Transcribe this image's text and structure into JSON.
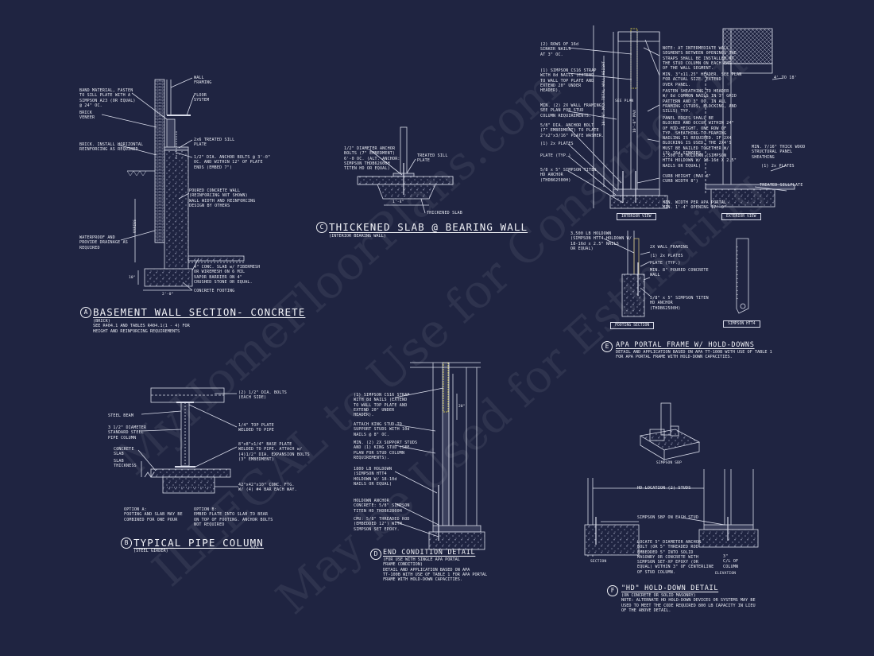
{
  "watermarks": [
    "MyHomeFloorPlans.com",
    "ILLEGAL to Use for Construction",
    "May be Used for Estimating"
  ],
  "colors": {
    "background": "#1f2441",
    "line": "#d9dcea",
    "concrete": "#8d93b0",
    "wood": "#c8b878",
    "hilite": "#e3d64a"
  },
  "details": {
    "A": {
      "letter": "A",
      "title": "BASEMENT WALL SECTION- CONCRETE",
      "subtitle": "(BRICK)\nSEE R404.1 AND TABLES R404.1(1 - 4) FOR\nHEIGHT AND REINFORCING REQUIREMENTS",
      "notes": {
        "band": "BAND MATERIAL, FASTEN\nTO SILL PLATE WITH A\nSIMPSON A23 (OR EQUAL)\n@ 24\" OC.",
        "wall_framing": "WALL\nFRAMING",
        "floor": "FLOOR\nSYSTEM",
        "brick": "BRICK\nVENEER",
        "brick_reinf": "BRICK. INSTALL HORIZONTAL\nREINFORCING AS REQUIRED",
        "sill": "2x6 TREATED SILL\nPLATE",
        "anchor": "1/2\" DIA. ANCHOR BOLTS @ 3'-0\"\nOC. AND WITHIN 12\" OF PLATE\nENDS (EMBED 7\")",
        "poured": "POURED CONCRETE WALL\n(REINFORCING NOT SHOWN)\nWALL WIDTH AND REINFORCING\nDESIGN BY OTHERS",
        "waterproof": "WATERPROOF AND\nPROVIDE DRAINAGE AS\nREQUIRED",
        "slab": "4\" CONC. SLAB w/ FIBERMESH\nOR WIREMESH ON 6 MIL\nVAPOR BARRIER ON 4\"\nCRUSHED STONE OR EQUAL.",
        "footing": "CONCRETE FOOTING",
        "varies": "VARIES",
        "dim_h": "10\"",
        "dim_w": "2'-0\""
      }
    },
    "B": {
      "letter": "B",
      "title": "TYPICAL PIPE COLUMN",
      "subtitle": "(STEEL GIRDER)",
      "nts": "NTS.",
      "notes": {
        "bolts": "(2) 1/2\" DIA. BOLTS\n(EACH SIDE)",
        "beam": "STEEL BEAM",
        "pipe": "3 1/2\" DIAMETER\nSTANDARD STEEL\nPIPE COLUMN",
        "top_plate": "1/4\" TOP PLATE\nWELDED TO PIPE",
        "base_plate": "8\"x8\"x1/4\" BASE PLATE\nWELDED TO PIPE. ATTACH w/\n(4)1/2\" DIA. EXPANSION BOLTS\n(3\" EMBEDMENT)",
        "slab": "CONCRETE\nSLAB",
        "thick": "SLAB\nTHICKNESS",
        "ftg": "42\"x42\"x10\" CONC. FTG.\nW/ (4) #4 BAR EACH WAY.",
        "opt_a": "OPTION A:\nFOOTING AND SLAB MAY BE\nCOMBINED FOR ONE POUR",
        "opt_b": "OPTION B:\nEMBED PLATE INTO SLAB TO BEAR\nON TOP OF FOOTING. ANCHOR BOLTS\nNOT REQUIRED"
      }
    },
    "C": {
      "letter": "C",
      "title": "THICKENED SLAB @ BEARING WALL",
      "subtitle": "(INTERIOR BEARING WALL)",
      "notes": {
        "anchor": "1/2\" DIAMETER ANCHOR\nBOLTS (7\" EMBEDMENT)\n6'-0 OC. (ALT. ANCHOR:\nSIMPSON THDB62600H\nTITEN HD OR EQUAL)",
        "sill": "TREATED SILL\nPLATE",
        "thick": "THICKENED SLAB",
        "dim": "1'-4\""
      }
    },
    "D": {
      "letter": "D",
      "title": "END CONDITION DETAIL",
      "subtitle": "(FOR USE WITH SINGLE APA PORTAL\nFRAME CONDITION)\nDETAIL AND APPLICATION BASED ON APA\nTT-100B WITH USE OF TABLE 1 FOR APA PORTAL\nFRAME WITH HOLD-DOWN CAPACITIES.",
      "notes": {
        "strap": "(1) SIMPSON CS16 STRAP\nWITH 8d NAILS (EXTEND\nTO WALL TOP PLATE AND\nEXTEND 20\" UNDER\nHEADER).",
        "king": "ATTACH KING STUD TO\nSUPPORT STUDS WITH 10d\nNAILS @ 8\" OC.",
        "studs": "MIN. (2) 2X SUPPORT STUDS\nAND (1) KING STUD (SEE\nPLAN FOR STUD COLUMN\nREQUIREMENTS).",
        "holdown": "1800 LB HOLDOWN\n(SIMPSON HTT4\nHOLDOWN W/ 18-10d\nNAILS OR EQUAL)",
        "anchor": "HOLDOWN ANCHOR\nCONCRETE: 5/8\" SIMPSON\nTITEN HD THDB62800H",
        "cmu": "CMU: 5/8\" THREADED ROD\n(EMBEDDED 12\") WITH\nSIMPSON SET EPOXY.",
        "dim": "20\""
      }
    },
    "E": {
      "letter": "E",
      "title": "APA PORTAL FRAME W/ HOLD-DOWNS",
      "subtitle": "DETAIL AND APPLICATION BASED ON APA TT-100B WITH USE OF TABLE 1\nFOR APA PORTAL FRAME WITH HOLD-DOWN CAPACITIES.",
      "labels": {
        "interior": "INTERIOR VIEW",
        "exterior": "EXTERIOR VIEW",
        "footing": "FOOTING SECTION",
        "simpson": "SIMPSON HTT4"
      },
      "notes": {
        "n1": "(2) ROWS OF 16d\nSINKER NAILS\nAT 3\" OC.",
        "n2": "(1) SIMPSON CS16 STRAP\nWITH 8d NAILS (EXTEND\nTO WALL TOP PLATE AND\nEXTEND 20\" UNDER\nHEADER).",
        "n3": "MIN. (2) 2X WALL FRAMING.\nSEE PLAN FOR STUD\nCOLUMN REQUIREMENTS.",
        "n4": "5/8\" DIA. ANCHOR BOLT\n(7\" EMBEDMENT) TO PLATE\n2\"x2\"x3/16\" PLATE WASHER.",
        "n5": "(1) 2x PLATES",
        "n6": "PLATE (TYP.)",
        "n7": "5/8 x 5\" SIMPSON TITEN\nHD ANCHOR\n(THDB62500H)",
        "r1": "NOTE: AT INTERMEDIATE WALL\nSEGMENTS BETWEEN OPENINGS THE\nSTRAPS SHALL BE INSTALLED AT\nTHE STUD COLUMN ON EACH END\nOF THE WALL SEGMENT.",
        "r2": "MIN. 3\"x11.25\" HEADER. SEE PLAN\nFOR ACTUAL SIZE. EXTEND\nOVER PANEL.",
        "r3": "FASTEN SHEATHING TO HEADER\nW/ 8d COMMON NAILS IN 3\" GRID\nPATTERN AND 3\" OC. IN ALL\nFRAMING (STUDS, BLOCKING, AND\nSILLS) TYP.",
        "r4": "PANEL EDGES SHALL BE\nBLOCKED AND OCCUR WITHIN 24\"\nOF MID-HEIGHT. ONE ROW OF\nTYP. SHEATHING-TO-FRAMING\nNAILING IS REQUIRED. IF 2X4\nBLOCKING IS USED, THE 2X4'S\nMUST BE NAILED TOGETHER W/\n(3) 16d SINKERS.",
        "r5": "3,500 LB HOLDOWN (SIMPSON\nHTT4 HOLDOWN W/ 18-16d X 2.5\"\nNAILS OR EQUAL)",
        "r6": "CURB HEIGHT (MAX 6\"\nCURB WIDTH 8\")",
        "r7": "MIN. WIDTH PER APA PORTAL\nMIN. 1'-4\" OPENING 17'-0\"",
        "x1": "MIN. 7/16\" THICK WOOD\nSTRUCTURAL PANEL\nSHEATHING",
        "x2": "(1) 2x PLATES",
        "x3": "TREATED SILLPLATE",
        "x4": "4' TO 18'",
        "f1": "3,500 LB HOLDOWN\n(SIMPSON HTT4 HOLDOWN W/\n18-16d x 2.5\" NAILS\nOR EQUAL)",
        "f2": "2X WALL FRAMING",
        "f3": "(1) 2x PLATES",
        "f4": "PLATE (TYP.)",
        "f5": "MIN. 8\" POURED CONCRETE\nWALL",
        "f6": "5/8\" x 5\" SIMPSON TITEN\nHD ANCHOR\n(THDB62500H)",
        "v1": "SEE PLAN",
        "v2": "10'-0\" MAX TOTAL WALL HEIGHT",
        "v3": "10'-0\" MAX"
      }
    },
    "F": {
      "letter": "F",
      "title": "\"HD\" HOLD-DOWN DETAIL",
      "subtitle": "(ON CONCRETE OR SOLID MASONRY)\nNOTE: ALTERNATE HD HOLD-DOWN DEVICES OR SYSTEMS MAY BE\nUSED TO MEET THE CODE REQUIRED 800 LB CAPACITY IN LIEU\nOF THE ABOVE DETAIL.",
      "notes": {
        "hd_loc": "HD LOCATION (2) STUDS",
        "sbp": "SIMPSON SBP ON EACH STUD",
        "locate": "LOCATE 5\" DIAMETER ANCHOR\nBOLT (OR 5\" THREADED ROD\nEMBEDDED 5\" INTO SOLID\nMASONRY OR CONCRETE WITH\nSIMPSON SET-XP EPOXY (OR\nEQUAL) WITHIN 3\" OF CENTERLINE\nOF STUD COLUMN.",
        "section": "SECTION",
        "elevation": "ELEVATION",
        "sbp_lbl": "SIMPSON SBP",
        "dim": "3\"\nC/L OF\nCOLUMN"
      }
    }
  }
}
